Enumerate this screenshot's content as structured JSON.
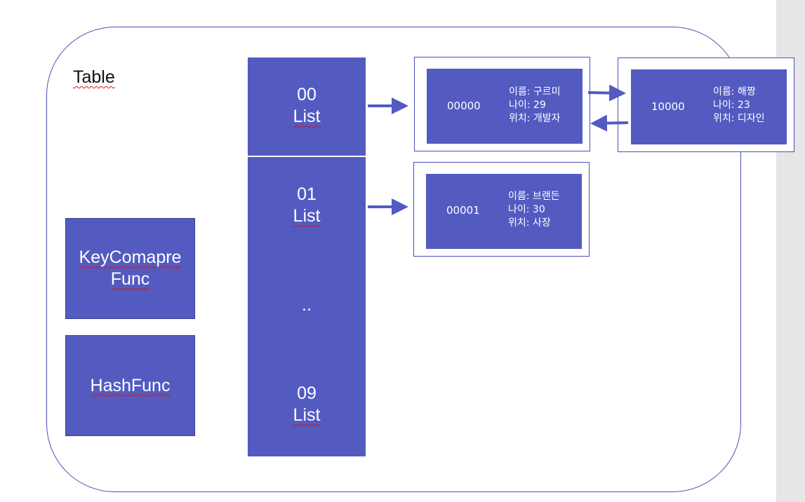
{
  "colors": {
    "box_fill": "#535bc1",
    "frame_stroke": "#4a4fb5",
    "background": "#ffffff"
  },
  "table": {
    "label": "Table"
  },
  "functions": {
    "key_compare": [
      "KeyComapre",
      "Func"
    ],
    "hash": "HashFunc"
  },
  "slots": [
    {
      "index": "00",
      "type": "List"
    },
    {
      "index": "01",
      "type": "List"
    },
    {
      "ellipsis": ".."
    },
    {
      "index": "09",
      "type": "List"
    }
  ],
  "nodes": [
    {
      "key": "00000",
      "name": "이름: 구르미",
      "age": "나이: 29",
      "position": "위치: 개발자"
    },
    {
      "key": "10000",
      "name": "이름: 해짱",
      "age": "나이: 23",
      "position": "위치: 디자인"
    },
    {
      "key": "00001",
      "name": "이름: 브랜든",
      "age": "나이: 30",
      "position": "위치: 사장"
    }
  ]
}
